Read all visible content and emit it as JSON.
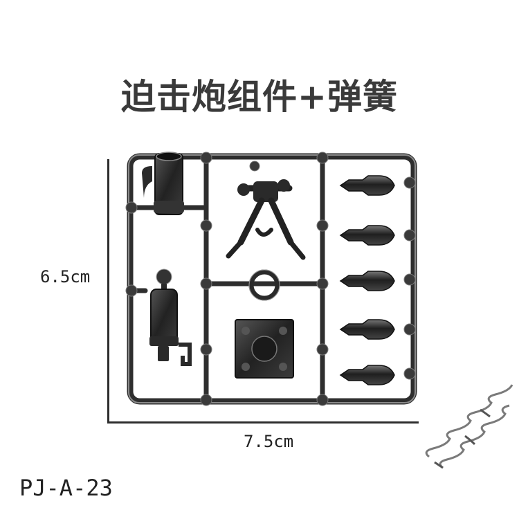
{
  "title": "迫击炮组件+弹簧",
  "height_label": "6.5cm",
  "width_label": "7.5cm",
  "product_code": "PJ-A-23",
  "colors": {
    "plastic": "#2b2b2b",
    "highlight": "#8a8a8a",
    "text": "#3a3a3a",
    "spring": "#7a7a7a"
  }
}
